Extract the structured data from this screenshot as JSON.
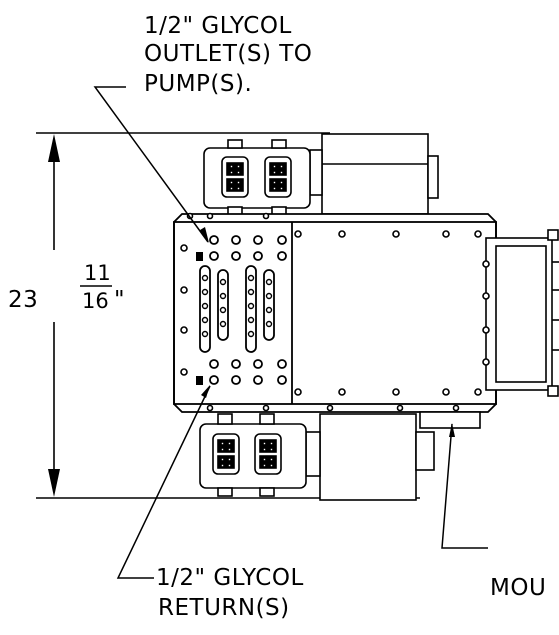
{
  "callouts": {
    "outlet": {
      "line1": "1/2\" GLYCOL",
      "line2": "OUTLET(S) TO",
      "line3": "PUMP(S)."
    },
    "return": {
      "line1": "1/2\" GLYCOL",
      "line2": "RETURN(S)"
    },
    "mount": {
      "line1": "MOU"
    }
  },
  "dimension": {
    "whole": "23",
    "numerator": "11",
    "denominator": "16",
    "unit_mark": "\""
  }
}
